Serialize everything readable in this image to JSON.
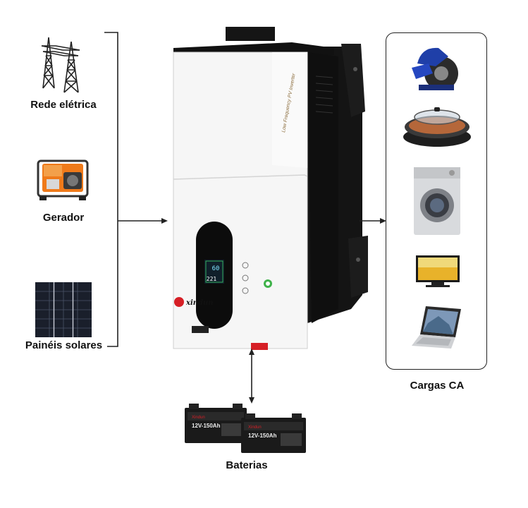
{
  "sources": {
    "grid": {
      "label": "Rede elétrica",
      "icon": "power-tower-icon"
    },
    "generator": {
      "label": "Gerador",
      "icon": "generator-icon"
    },
    "solar": {
      "label": "Painéis solares",
      "icon": "solar-panel-icon"
    }
  },
  "inverter": {
    "side_text": "Low Frequency PV Inverter",
    "brand": "xindun",
    "display_line1": "60",
    "display_line2": "221",
    "icon": "inverter-icon"
  },
  "batteries": {
    "label": "Baterias",
    "units": [
      {
        "brand": "Xindun",
        "model": "12V-150Ah"
      },
      {
        "brand": "Xindun",
        "model": "12V-150Ah"
      }
    ]
  },
  "loads": {
    "label": "Cargas CA",
    "items": [
      {
        "icon": "circular-saw-icon"
      },
      {
        "icon": "electric-grill-icon"
      },
      {
        "icon": "washing-machine-icon"
      },
      {
        "icon": "television-icon"
      },
      {
        "icon": "laptop-icon"
      }
    ]
  },
  "colors": {
    "accent_red": "#d61f26",
    "generator_orange": "#ef7a1a",
    "display_green": "#3fd26a",
    "inverter_black": "#141414"
  }
}
